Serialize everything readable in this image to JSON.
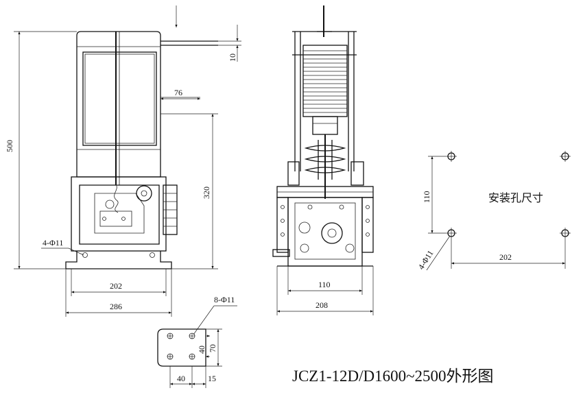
{
  "title": "JCZ1-12D/D1600~2500外形图",
  "mounting_note": "安装孔尺寸",
  "dimensions": {
    "front_height": "500",
    "top_offset": "10",
    "arm_offset": "76",
    "mount_height": "320",
    "hole_spec_front": "4-Φ11",
    "base_inner_width": "202",
    "base_outer_width": "286",
    "side_inner_width": "110",
    "side_outer_width": "208",
    "terminal_holes": "8-Φ11",
    "terminal_width_a": "40",
    "terminal_width_b": "15",
    "terminal_height_a": "70",
    "terminal_height_b": "40",
    "mount_hole_spacing_v": "110",
    "mount_hole_spacing_h": "202",
    "mount_hole_spec": "4-Φ11"
  }
}
